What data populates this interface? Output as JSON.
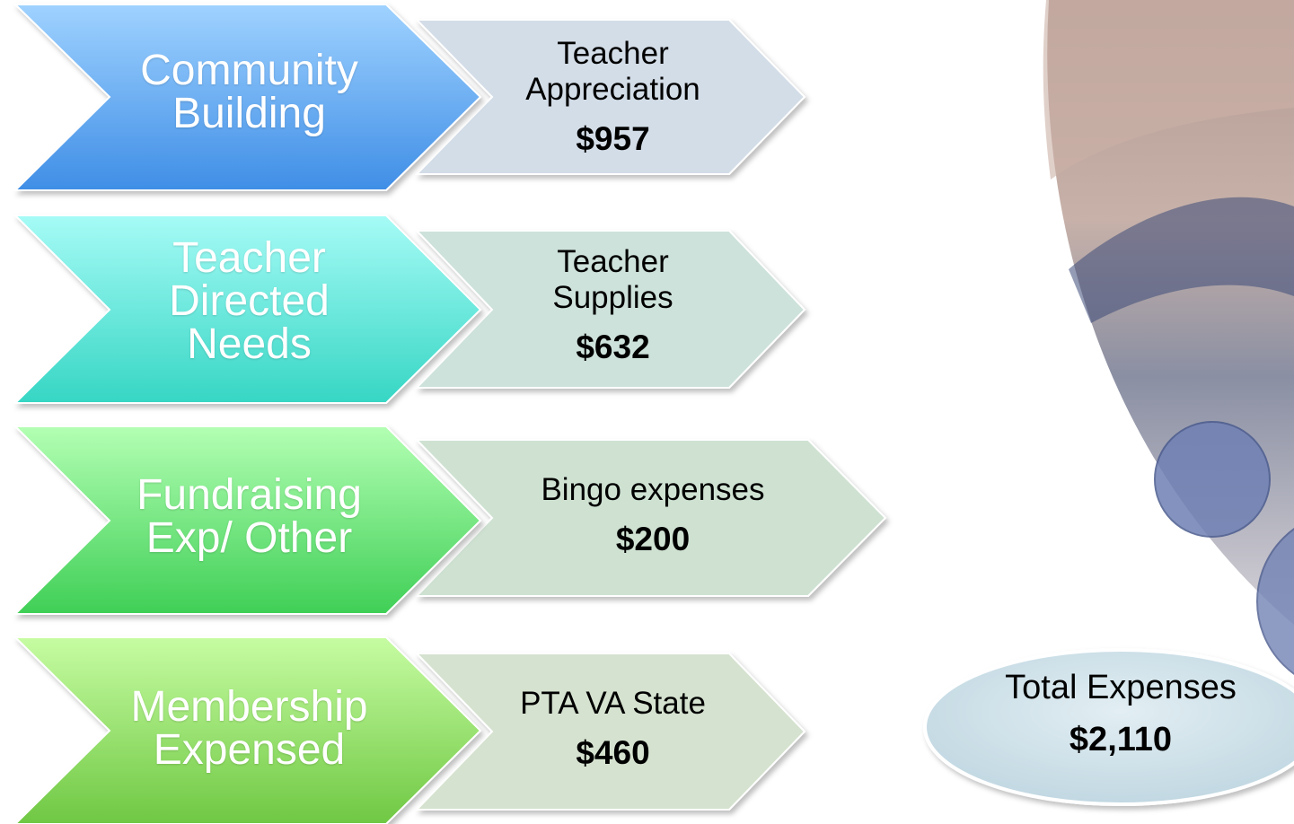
{
  "rows": [
    {
      "main_lines": [
        "Community",
        "Building"
      ],
      "sub_lines": [
        "Teacher",
        "Appreciation"
      ],
      "amount": "$957"
    },
    {
      "main_lines": [
        "Teacher",
        "Directed",
        "Needs"
      ],
      "sub_lines": [
        "Teacher",
        "Supplies"
      ],
      "amount": "$632"
    },
    {
      "main_lines": [
        "Fundraising",
        "Exp/ Other"
      ],
      "sub_lines": [
        "Bingo expenses"
      ],
      "amount": "$200"
    },
    {
      "main_lines": [
        "Membership",
        "Expensed"
      ],
      "sub_lines": [
        "PTA VA State"
      ],
      "amount": "$460"
    }
  ],
  "total": {
    "label": "Total Expenses",
    "amount": "$2,110"
  },
  "colors": {
    "row1_chevron": [
      "#9fd2ff",
      "#3f8ee6"
    ],
    "row2_chevron": [
      "#a6fbf6",
      "#36d6c4"
    ],
    "row3_chevron": [
      "#b3ffb3",
      "#3fcf56"
    ],
    "row4_chevron": [
      "#c6fca2",
      "#6fc843"
    ],
    "row1_tag": "#d3dde8",
    "row2_tag": "#cde2da",
    "row3_tag": "#cfe2d2",
    "row4_tag": "#d5e2cf",
    "total_oval": "#cde2ea",
    "circles": "#6f80b4"
  }
}
